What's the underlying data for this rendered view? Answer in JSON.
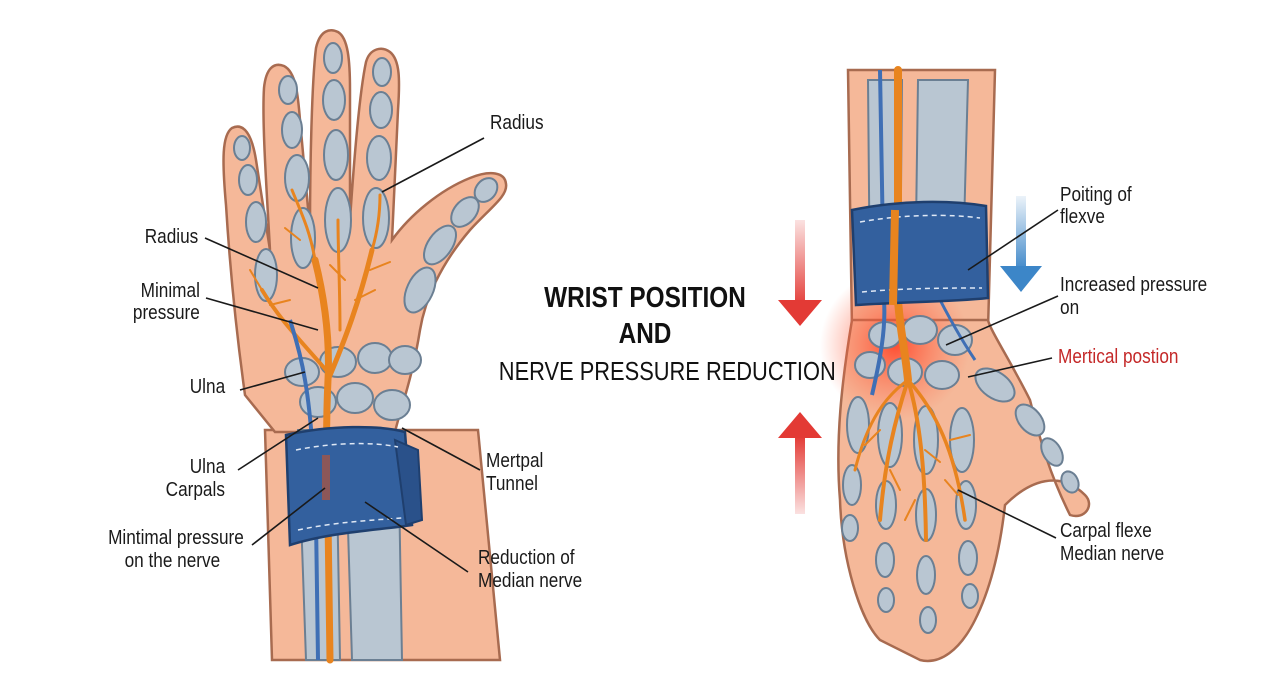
{
  "title": {
    "line1": "WRIST POSITION",
    "line2": "AND",
    "line3": "NERVE PRESSURE REDUCTION"
  },
  "left_hand": {
    "labels": {
      "radius_top": "Radius",
      "radius": "Radius",
      "minimal_pressure_1": "Minimal",
      "minimal_pressure_2": "pressure",
      "ulna": "Ulna",
      "ulna_carpals_1": "Ulna",
      "ulna_carpals_2": "Carpals",
      "mintimal_1": "Mintimal pressure",
      "mintimal_2": "on the nerve",
      "mertpal_1": "Mertpal",
      "mertpal_2": "Tunnel",
      "reduction_1": "Reduction of",
      "reduction_2": "Median nerve"
    }
  },
  "right_hand": {
    "labels": {
      "poiting_1": "Poiting of",
      "poiting_2": "flexve",
      "increased_1": "Increased pressure",
      "increased_2": "on",
      "mertical": "Mertical postion",
      "carpal_1": "Carpal flexe",
      "carpal_2": "Median nerve"
    }
  },
  "colors": {
    "skin": "#f5b899",
    "skin_outline": "#a86b50",
    "bone": "#b9c6d2",
    "bone_outline": "#6b7f93",
    "nerve": "#e8841f",
    "vein": "#3f6fb5",
    "brace": "#33609e",
    "arrow_red": "#e33a35",
    "arrow_blue": "#3c86c8",
    "label_red": "#c42828"
  }
}
